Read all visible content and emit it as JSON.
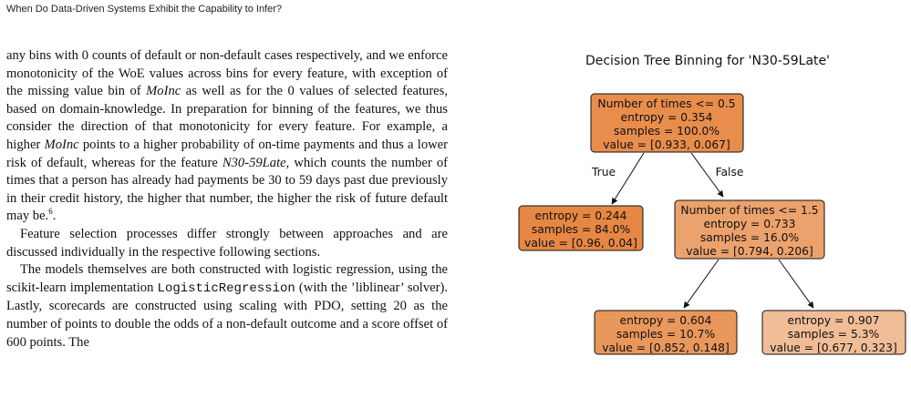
{
  "header": {
    "running_title": "When Do Data-Driven Systems Exhibit the Capability to Infer?"
  },
  "body": {
    "p1_a": "any bins with 0 counts of default or non-default cases respectively, and we enforce monotonicity of the WoE values across bins for every feature, with exception of the missing value bin of ",
    "p1_moinc": "MoInc",
    "p1_b": " as well as for the 0 values of selected features, based on domain-knowledge. In preparation for binning of the features, we thus consider the direction of that monotonicity for every feature. For example, a higher ",
    "p1_moinc2": "MoInc",
    "p1_c": " points to a higher probability of on-time payments and thus a lower risk of default, whereas for the feature ",
    "p1_n30": "N30-59Late",
    "p1_d": ", which counts the number of times that a person has already had payments be 30 to 59 days past due previously in their credit history, the higher that number, the higher the risk of future default may be.",
    "p1_fn": "6",
    "p1_e": ".",
    "p2": "Feature selection processes differ strongly between approaches and are discussed individually in the respective following sections.",
    "p3_a": "The models themselves are both constructed with logistic regression, using the scikit-learn implementation ",
    "p3_code": "LogisticRegression",
    "p3_b": " (with the ’liblinear’ solver). Lastly, scorecards are constructed using scaling with PDO, setting 20 as the number of points to double the odds of a non-default outcome and a score offset of 600 points. The"
  },
  "figure": {
    "title": "Decision Tree Binning for 'N30-59Late'",
    "edge_true": "True",
    "edge_false": "False",
    "nodes": {
      "root": {
        "l1": "Number of times <= 0.5",
        "l2": "entropy = 0.354",
        "l3": "samples = 100.0%",
        "l4": "value = [0.933, 0.067]",
        "fill": "#e88d4c"
      },
      "left": {
        "l1": "entropy = 0.244",
        "l2": "samples = 84.0%",
        "l3": "value = [0.96, 0.04]",
        "fill": "#e68743"
      },
      "right": {
        "l1": "Number of times <= 1.5",
        "l2": "entropy = 0.733",
        "l3": "samples = 16.0%",
        "l4": "value = [0.794, 0.206]",
        "fill": "#eca26c"
      },
      "right_left": {
        "l1": "entropy = 0.604",
        "l2": "samples = 10.7%",
        "l3": "value = [0.852, 0.148]",
        "fill": "#e9975b"
      },
      "right_right": {
        "l1": "entropy = 0.907",
        "l2": "samples = 5.3%",
        "l3": "value = [0.677, 0.323]",
        "fill": "#f1bd97"
      }
    }
  }
}
